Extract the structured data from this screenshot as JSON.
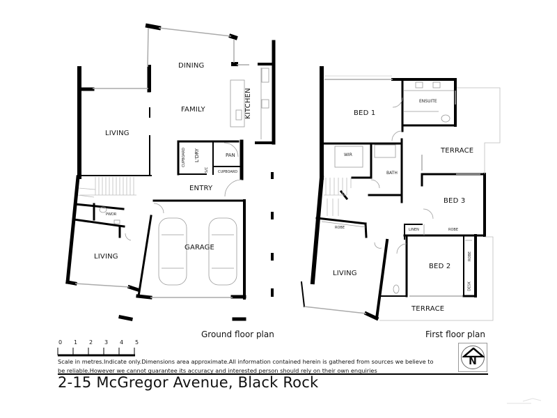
{
  "document": {
    "address": "2-15 McGregor Avenue, Black Rock",
    "disclaimer_line1": "Scale in metres.Indicate only.Dimensions area approximate.All information contained herein is gathered from sources we believe to",
    "disclaimer_line2": "be reliable.However we cannot guarantee its accuracy and interested person should rely on their own enquiries"
  },
  "scale_bar": {
    "unit": "metres",
    "ticks": [
      "0",
      "1",
      "2",
      "3",
      "4",
      "5"
    ]
  },
  "compass": {
    "icon": "north-arrow-icon",
    "label": "N"
  },
  "ground_floor": {
    "title": "Ground floor plan",
    "rooms": {
      "dining": "DINING",
      "family": "FAMILY",
      "kitchen": "KITCHEN",
      "living_upper": "LIVING",
      "cupboard_1": "CUPBOARD",
      "laundry": "L'DRY",
      "pantry": "PAN",
      "cupboard_2": "CUPBOARD",
      "linen_small": "S/C",
      "entry": "ENTRY",
      "powder": "PWDR",
      "living_lower": "LIVING",
      "garage": "GARAGE"
    }
  },
  "first_floor": {
    "title": "First floor plan",
    "rooms": {
      "bed1": "BED 1",
      "ensuite": "ENSUITE",
      "wir": "WIR",
      "bath": "BATH",
      "terrace_upper": "TERRACE",
      "bed3": "BED 3",
      "linen": "LINEN",
      "robe_bed3": "ROBE",
      "robe_living": "ROBE",
      "living": "LIVING",
      "bed2": "BED 2",
      "robe_bed2": "ROBE",
      "desk": "DESK",
      "terrace_lower": "TERRACE"
    }
  },
  "colors": {
    "wall": "#000000",
    "window": "#bbbbbb",
    "fixture": "#999999",
    "text": "#111111"
  }
}
